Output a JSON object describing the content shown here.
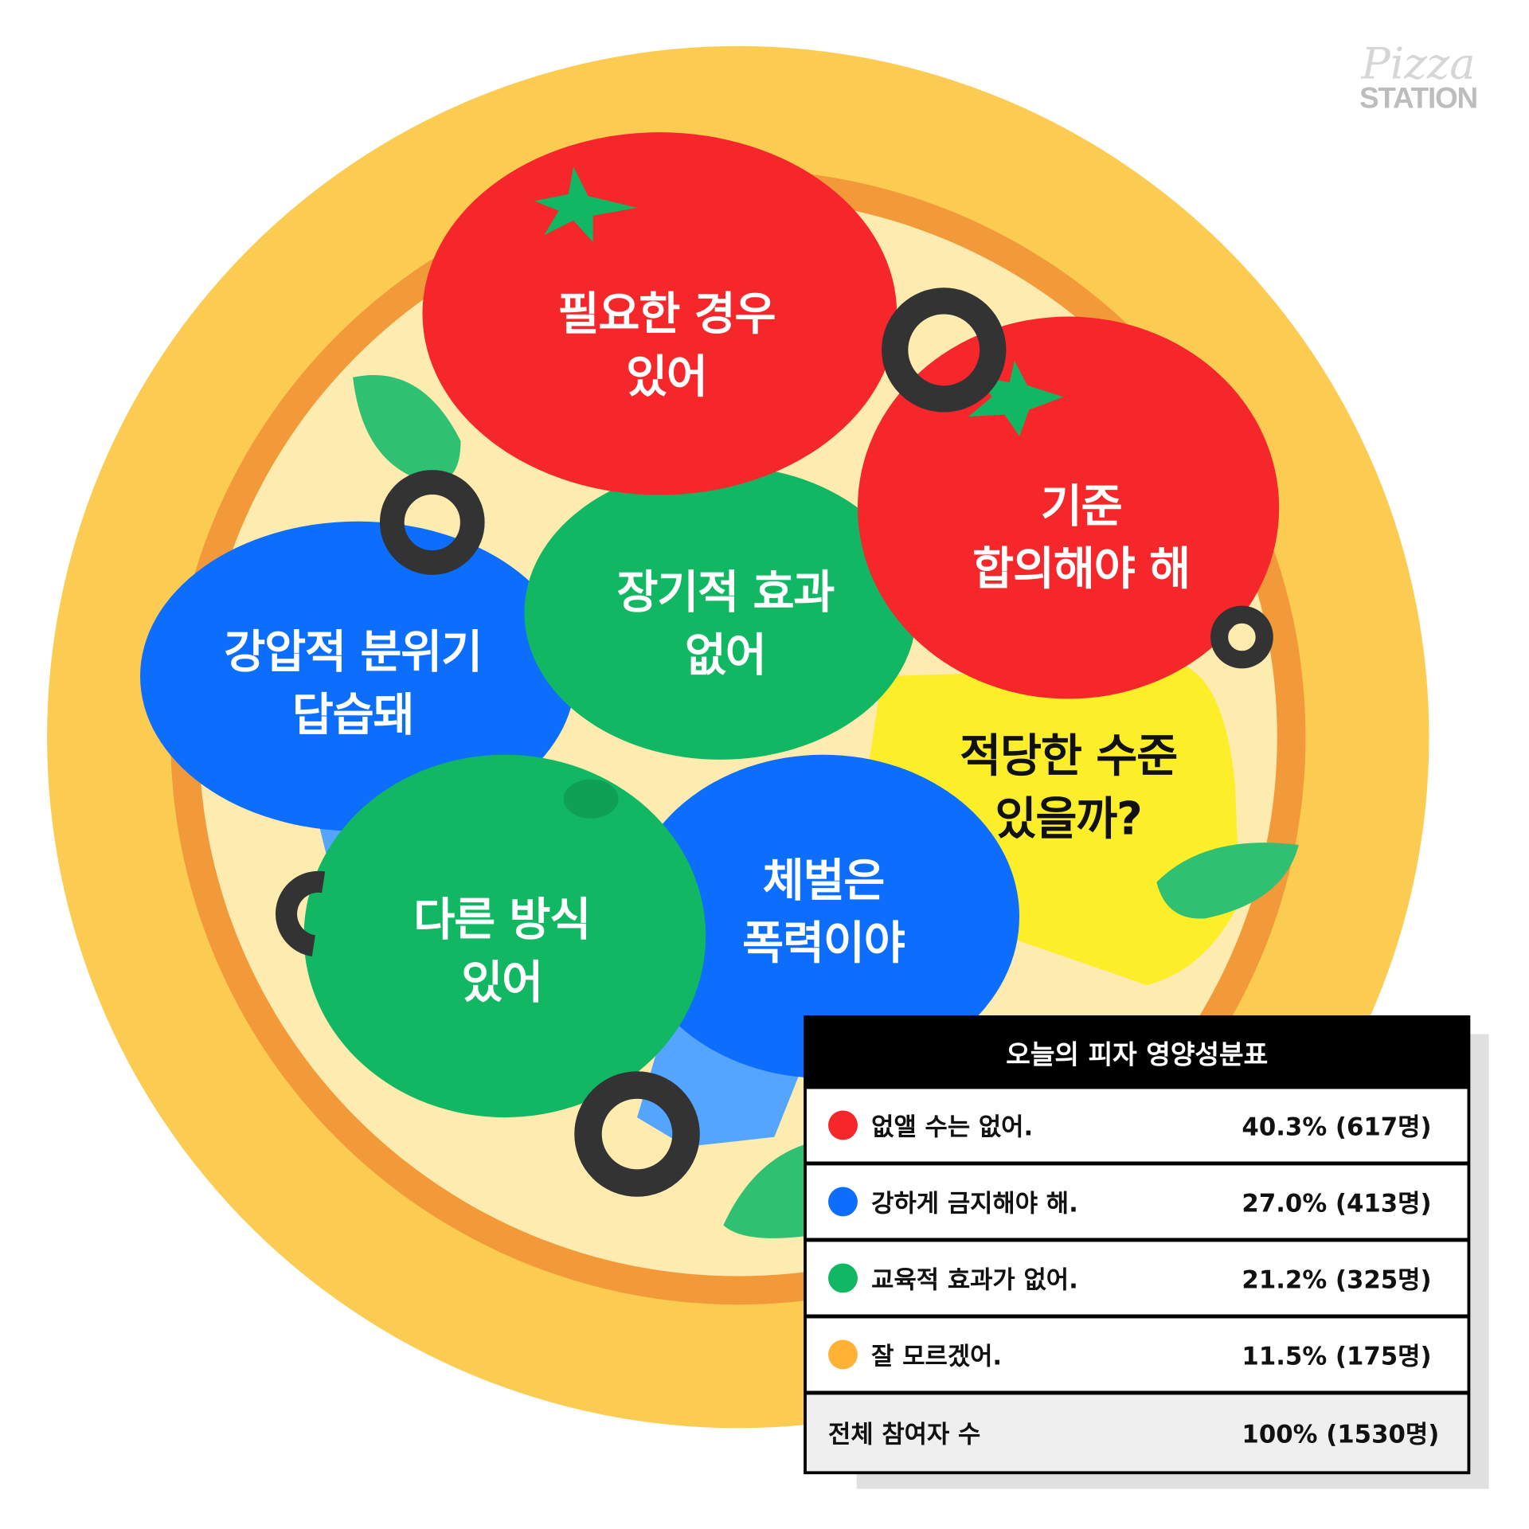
{
  "logo": {
    "script": "Pizza",
    "word": "STATION"
  },
  "toppings": [
    {
      "label_line1": "필요한 경우",
      "label_line2": "있어",
      "color": "#F5272A"
    },
    {
      "label_line1": "기준",
      "label_line2": "합의해야 해",
      "color": "#F5272A"
    },
    {
      "label_line1": "강압적 분위기",
      "label_line2": "답습돼",
      "color": "#0D6EFD"
    },
    {
      "label_line1": "장기적 효과",
      "label_line2": "없어",
      "color": "#12B764"
    },
    {
      "label_line1": "적당한 수준",
      "label_line2": "있을까?",
      "color": "#FDEE2A"
    },
    {
      "label_line1": "체벌은",
      "label_line2": "폭력이야",
      "color": "#0D6EFD"
    },
    {
      "label_line1": "다른 방식",
      "label_line2": "있어",
      "color": "#12B764"
    }
  ],
  "table": {
    "title": "오늘의 피자 영양성분표",
    "rows": [
      {
        "label": "없앨 수는 없어.",
        "value": "40.3% (617명)",
        "percent": 40.3,
        "count": 617,
        "color": "#F5272A"
      },
      {
        "label": "강하게 금지해야 해.",
        "value": "27.0% (413명)",
        "percent": 27.0,
        "count": 413,
        "color": "#0D6EFD"
      },
      {
        "label": "교육적 효과가 없어.",
        "value": "21.2% (325명)",
        "percent": 21.2,
        "count": 325,
        "color": "#12B764"
      },
      {
        "label": "잘 모르겠어.",
        "value": "11.5% (175명)",
        "percent": 11.5,
        "count": 175,
        "color": "#FFB235"
      }
    ],
    "total": {
      "label": "전체 참여자 수",
      "value": "100% (1530명)"
    }
  }
}
